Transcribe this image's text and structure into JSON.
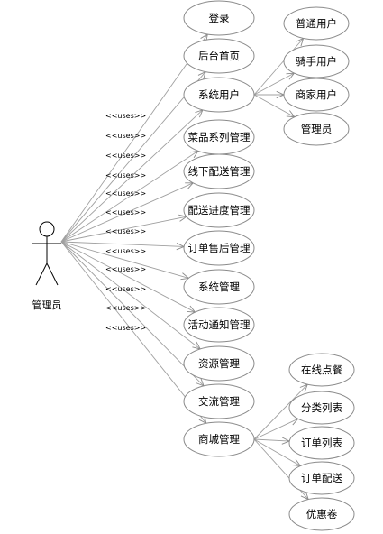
{
  "actor": {
    "label": "管理员"
  },
  "stereotype": "<<uses>>",
  "use_cases": [
    {
      "id": "login",
      "label": "登录"
    },
    {
      "id": "dashboard",
      "label": "后台首页"
    },
    {
      "id": "system-users",
      "label": "系统用户"
    },
    {
      "id": "dish-series",
      "label": "菜品系列管理"
    },
    {
      "id": "offline-delivery",
      "label": "线下配送管理"
    },
    {
      "id": "delivery-progress",
      "label": "配送进度管理"
    },
    {
      "id": "order-aftersales",
      "label": "订单售后管理"
    },
    {
      "id": "system-management",
      "label": "系统管理"
    },
    {
      "id": "activity-notice",
      "label": "活动通知管理"
    },
    {
      "id": "resource-management",
      "label": "资源管理"
    },
    {
      "id": "communication",
      "label": "交流管理"
    },
    {
      "id": "mall-management",
      "label": "商城管理"
    }
  ],
  "sub_use_cases": {
    "system-users": [
      {
        "id": "normal-user",
        "label": "普通用户"
      },
      {
        "id": "rider-user",
        "label": "骑手用户"
      },
      {
        "id": "merchant-user",
        "label": "商家用户"
      },
      {
        "id": "admin",
        "label": "管理员"
      }
    ],
    "mall-management": [
      {
        "id": "online-order",
        "label": "在线点餐"
      },
      {
        "id": "category-list",
        "label": "分类列表"
      },
      {
        "id": "order-list",
        "label": "订单列表"
      },
      {
        "id": "order-delivery",
        "label": "订单配送"
      },
      {
        "id": "coupon",
        "label": "优惠卷"
      }
    ]
  }
}
